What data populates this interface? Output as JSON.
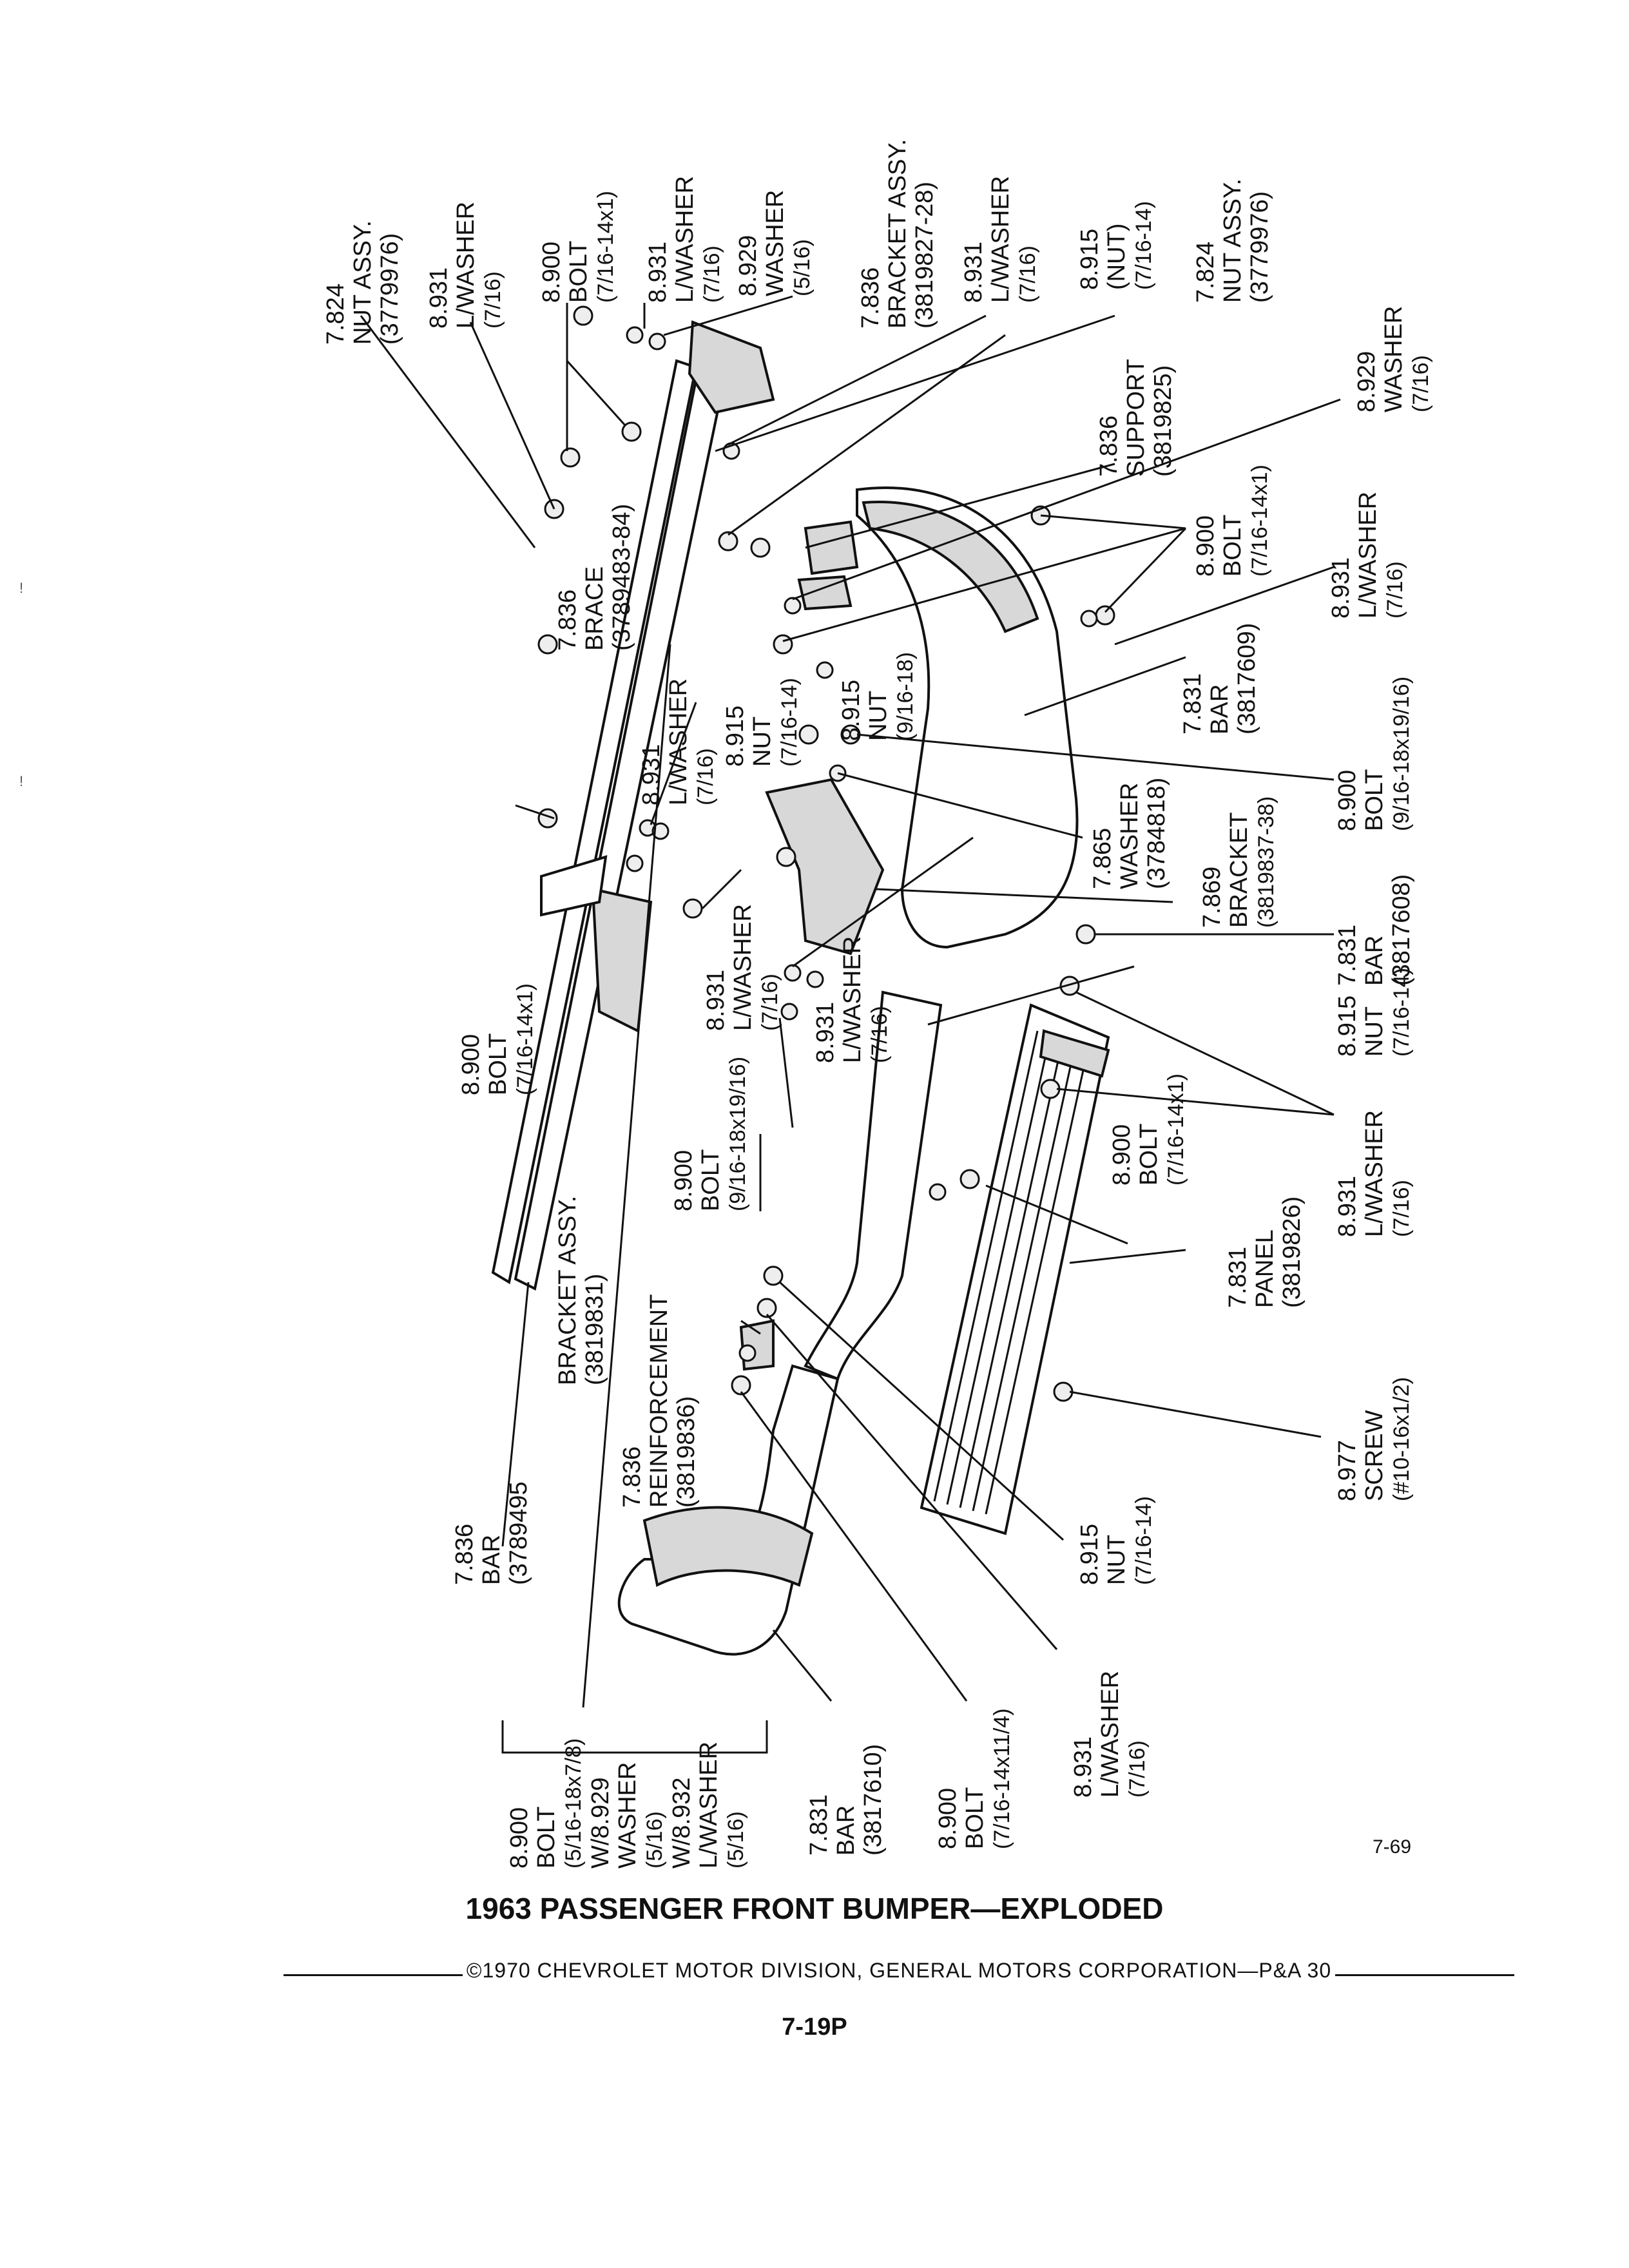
{
  "title": "1963 PASSENGER FRONT BUMPER—EXPLODED",
  "copyright": "©1970 CHEVROLET MOTOR DIVISION, GENERAL MOTORS CORPORATION—P&A 30",
  "page_number": "7-19P",
  "figure_number": "7-69",
  "margin_marks": [
    "!",
    "!"
  ],
  "callouts": [
    {
      "id": "c01",
      "lines": [
        "7.824",
        "NUT ASSY.",
        "(3779976)"
      ]
    },
    {
      "id": "c02",
      "lines": [
        "8.931",
        "L/WASHER",
        "(7/16)"
      ]
    },
    {
      "id": "c03",
      "lines": [
        "8.900",
        "BOLT",
        "(7/16-14x1)"
      ]
    },
    {
      "id": "c04",
      "lines": [
        "8.931",
        "L/WASHER",
        "(7/16)"
      ]
    },
    {
      "id": "c05",
      "lines": [
        "8.929",
        "WASHER",
        "(5/16)"
      ]
    },
    {
      "id": "c06",
      "lines": [
        "7.836",
        "BRACKET ASSY.",
        "(3819827-28)"
      ]
    },
    {
      "id": "c07",
      "lines": [
        "8.931",
        "L/WASHER",
        "(7/16)"
      ]
    },
    {
      "id": "c08",
      "lines": [
        "8.915",
        "(NUT)",
        "(7/16-14)"
      ]
    },
    {
      "id": "c09",
      "lines": [
        "7.824",
        "NUT ASSY.",
        "(3779976)"
      ]
    },
    {
      "id": "c10",
      "lines": [
        "8.929",
        "WASHER",
        "(7/16)"
      ]
    },
    {
      "id": "c11",
      "lines": [
        "7.836",
        "SUPPORT",
        "(3819825)"
      ]
    },
    {
      "id": "c12",
      "lines": [
        "8.900",
        "BOLT",
        "(7/16-14x1)"
      ]
    },
    {
      "id": "c13",
      "lines": [
        "8.931",
        "L/WASHER",
        "(7/16)"
      ]
    },
    {
      "id": "c14",
      "lines": [
        "7.836",
        "BRACE",
        "(3789483-84)"
      ]
    },
    {
      "id": "c15",
      "lines": [
        "8.931",
        "L/WASHER",
        "(7/16)"
      ]
    },
    {
      "id": "c16",
      "lines": [
        "8.915",
        "NUT",
        "(7/16-14)"
      ]
    },
    {
      "id": "c17",
      "lines": [
        "8.915",
        "NUT",
        "(9/16-18)"
      ]
    },
    {
      "id": "c18",
      "lines": [
        "7.831",
        "BAR",
        "(3817609)"
      ]
    },
    {
      "id": "c19",
      "lines": [
        "8.900",
        "BOLT",
        "(9/16-18x19/16)"
      ]
    },
    {
      "id": "c20",
      "lines": [
        "7.865",
        "WASHER",
        "(3784818)"
      ]
    },
    {
      "id": "c21",
      "lines": [
        "7.869",
        "BRACKET",
        "(3819837-38)"
      ]
    },
    {
      "id": "c22",
      "lines": [
        "7.831",
        "BAR",
        "(3817608)"
      ]
    },
    {
      "id": "c23",
      "lines": [
        "8.900",
        "BOLT",
        "(7/16-14x1)"
      ]
    },
    {
      "id": "c24",
      "lines": [
        "8.931",
        "L/WASHER",
        "(7/16)"
      ]
    },
    {
      "id": "c25",
      "lines": [
        "8.931",
        "L/WASHER",
        "(7/16)"
      ]
    },
    {
      "id": "c26",
      "lines": [
        "8.915",
        "NUT",
        "(7/16-14)"
      ]
    },
    {
      "id": "c27",
      "lines": [
        "8.900",
        "BOLT",
        "(9/16-18x19/16)"
      ]
    },
    {
      "id": "c28",
      "lines": [
        "8.900",
        "BOLT",
        "(7/16-14x1)"
      ]
    },
    {
      "id": "c29",
      "lines": [
        "8.931",
        "L/WASHER",
        "(7/16)"
      ]
    },
    {
      "id": "c30",
      "lines": [
        "7.831",
        "PANEL",
        "(3819826)"
      ]
    },
    {
      "id": "c31",
      "lines": [
        "BRACKET ASSY.",
        "(3819831)"
      ]
    },
    {
      "id": "c32",
      "lines": [
        "7.836",
        "REINFORCEMENT",
        "(3819836)"
      ]
    },
    {
      "id": "c33",
      "lines": [
        "7.836",
        "BAR",
        "(3789495"
      ]
    },
    {
      "id": "c34",
      "lines": [
        "8.977",
        "SCREW",
        "(#10-16x1/2)"
      ]
    },
    {
      "id": "c35",
      "lines": [
        "8.915",
        "NUT",
        "(7/16-14)"
      ]
    },
    {
      "id": "c36",
      "lines": [
        "8.900",
        "BOLT",
        "(5/16-18x7/8)",
        "W/8.929",
        "WASHER",
        "(5/16)",
        "W/8.932",
        "L/WASHER",
        "(5/16)"
      ]
    },
    {
      "id": "c37",
      "lines": [
        "7.831",
        "BAR",
        "(3817610)"
      ]
    },
    {
      "id": "c38",
      "lines": [
        "8.900",
        "BOLT",
        "(7/16-14x11/4)"
      ]
    },
    {
      "id": "c39",
      "lines": [
        "8.931",
        "L/WASHER",
        "(7/16)"
      ]
    }
  ]
}
